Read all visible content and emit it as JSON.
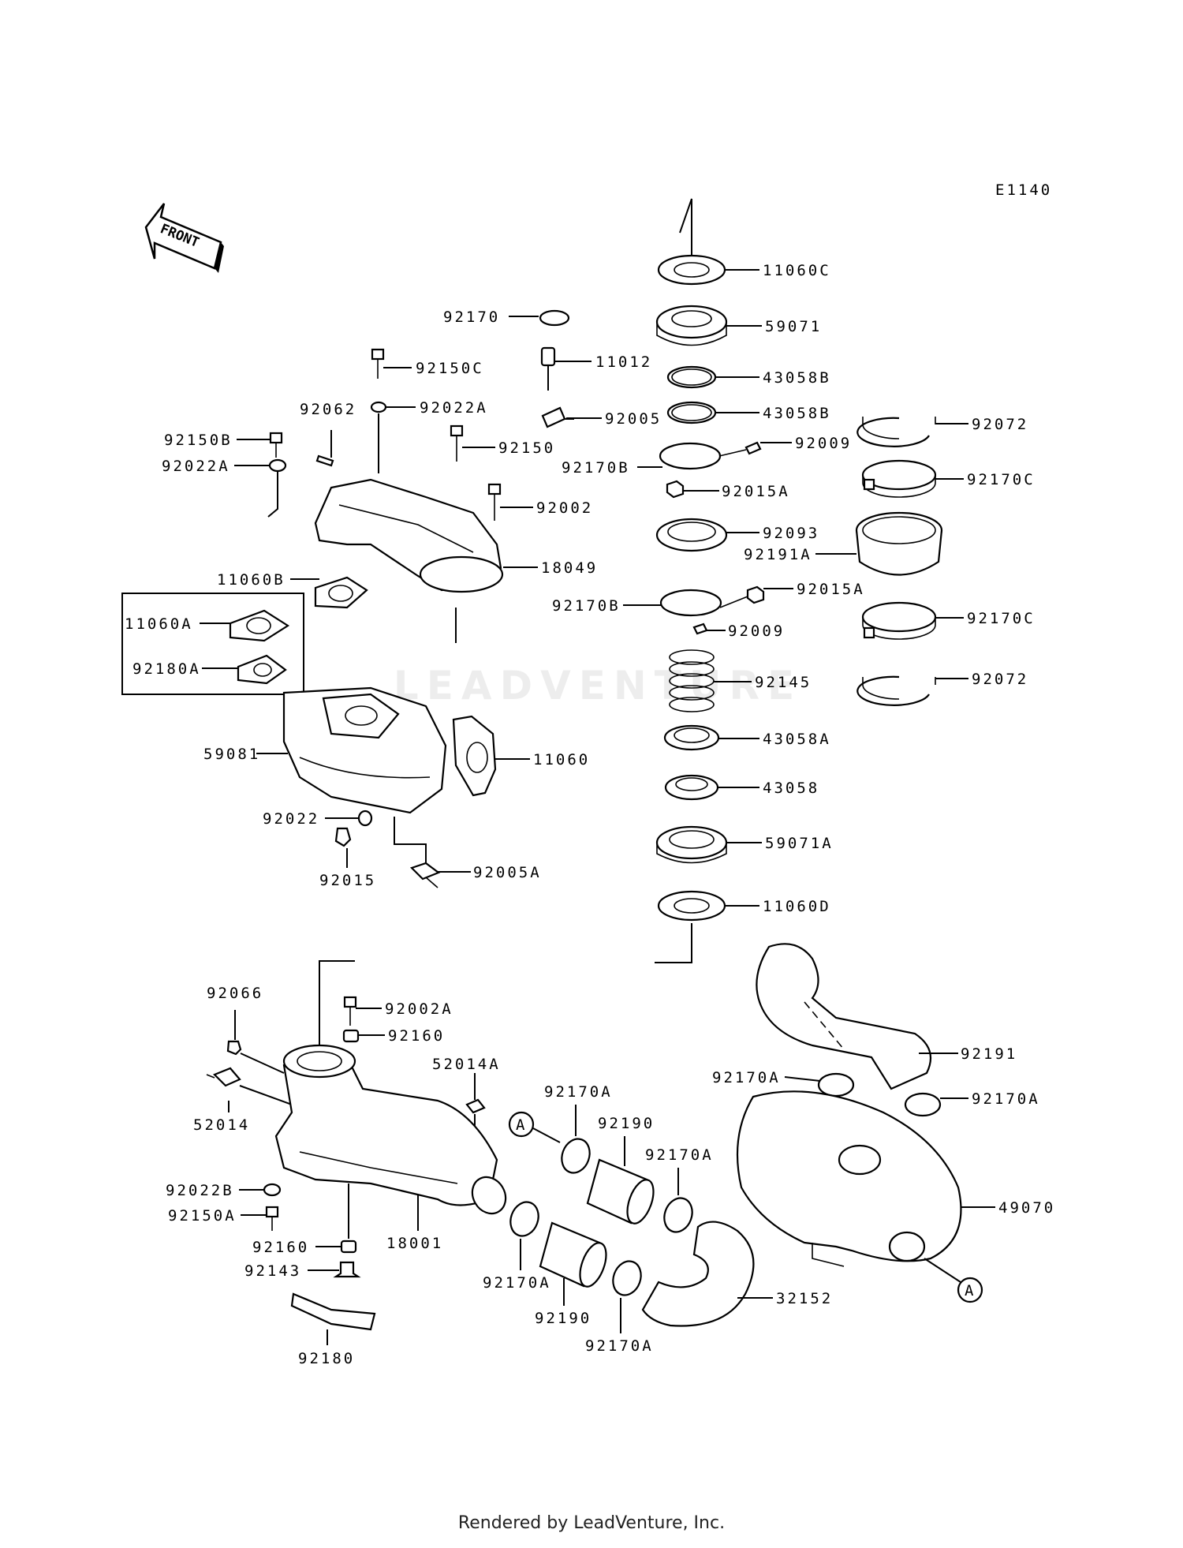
{
  "diagram_code": "E1140",
  "front_label": "FRONT",
  "watermark": "LEADVENTURE",
  "footer": "Rendered by LeadVenture, Inc.",
  "callout_marker": "A",
  "labels": {
    "p92170": "92170",
    "p11012": "11012",
    "p92150C": "92150C",
    "p92022A_top": "92022A",
    "p92062": "92062",
    "p92150B": "92150B",
    "p92022A": "92022A",
    "p92150": "92150",
    "p92005": "92005",
    "p92002": "92002",
    "p18049": "18049",
    "p11060B": "11060B",
    "p11060A": "11060A",
    "p92180A": "92180A",
    "p59081": "59081",
    "p11060": "11060",
    "p92022": "92022",
    "p92015": "92015",
    "p92005A": "92005A",
    "p11060C": "11060C",
    "p59071": "59071",
    "p43058B_1": "43058B",
    "p43058B_2": "43058B",
    "p92009_1": "92009",
    "p92170B_1": "92170B",
    "p92015A_1": "92015A",
    "p92093": "92093",
    "p92191A": "92191A",
    "p92170B_2": "92170B",
    "p92015A_2": "92015A",
    "p92009_2": "92009",
    "p92145": "92145",
    "p43058A": "43058A",
    "p43058": "43058",
    "p59071A": "59071A",
    "p11060D": "11060D",
    "p92072_1": "92072",
    "p92170C_1": "92170C",
    "p92170C_2": "92170C",
    "p92072_2": "92072",
    "p92066": "92066",
    "p92002A": "92002A",
    "p92160_1": "92160",
    "p52014A": "52014A",
    "p52014": "52014",
    "p92022B": "92022B",
    "p92150A": "92150A",
    "p18001": "18001",
    "p92160_2": "92160",
    "p92143": "92143",
    "p92180": "92180",
    "p92170A_1": "92170A",
    "p92190_1": "92190",
    "p92170A_2": "92170A",
    "p92170A_3": "92170A",
    "p92190_2": "92190",
    "p92170A_4": "92170A",
    "p32152": "32152",
    "p92191": "92191",
    "p92170A_5": "92170A",
    "p92170A_6": "92170A",
    "p49070": "49070"
  }
}
